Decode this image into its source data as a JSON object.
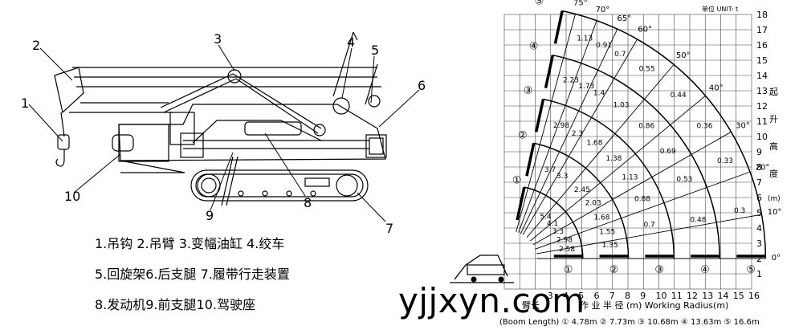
{
  "legend": {
    "line1": "1.吊钩 2.吊臂 3.变幅油缸 4.绞车",
    "line2": "5.回旋架6.后支腿 7.履带行走装置",
    "line3": "8.发动机9.前支腿10.驾驶座"
  },
  "callouts": [
    "1",
    "2",
    "3",
    "4",
    "5",
    "6",
    "7",
    "8",
    "9",
    "10"
  ],
  "watermark": "yjjxyn.com",
  "chart": {
    "unit_label": "单位 UNIT: t",
    "y_ticks": [
      "1",
      "2",
      "3",
      "4",
      "5",
      "6",
      "7",
      "8",
      "9",
      "10",
      "11",
      "12",
      "13",
      "14",
      "15",
      "16",
      "17",
      "18"
    ],
    "x_ticks": [
      "3",
      "4",
      "5",
      "6",
      "7",
      "8",
      "9",
      "10",
      "11",
      "12",
      "13",
      "14",
      "15",
      "16"
    ],
    "y_axis_title_chars": [
      "起",
      "升",
      "高",
      "度",
      "(m)"
    ],
    "x_axis_title": "作 业 半 径 (m)  Working Radius(m)",
    "x_axis_prefix": "臂长",
    "boom_length_caption": "(Boom Length) ① 4.78m ② 7.73m ③ 10.68m ④ 13.63m ⑤ 16.6m",
    "angle_labels": [
      "75°",
      "70°",
      "65°",
      "60°",
      "50°",
      "40°",
      "30°",
      "20°",
      "10°",
      "0°"
    ],
    "boom_circles": [
      "①",
      "②",
      "③",
      "④",
      "⑤"
    ],
    "load_values": [
      [
        "1.13",
        "0.91",
        "0.7",
        "0.55",
        "0.44",
        "0.36",
        "0.33",
        "0.3"
      ],
      [
        "2.23",
        "1.73",
        "1.4",
        "1.03",
        "0.86",
        "0.69",
        "0.53",
        "0.48"
      ],
      [
        "2.98",
        "2.3",
        "1.68",
        "1.38",
        "1.13",
        "0.88",
        "0.7"
      ],
      [
        "3.7",
        "3.3",
        "2.45",
        "2.03",
        "1.68",
        "1.55",
        "1.35"
      ],
      [
        "5.4",
        "4.1",
        "3.3",
        "2.98",
        "2.58"
      ]
    ]
  }
}
